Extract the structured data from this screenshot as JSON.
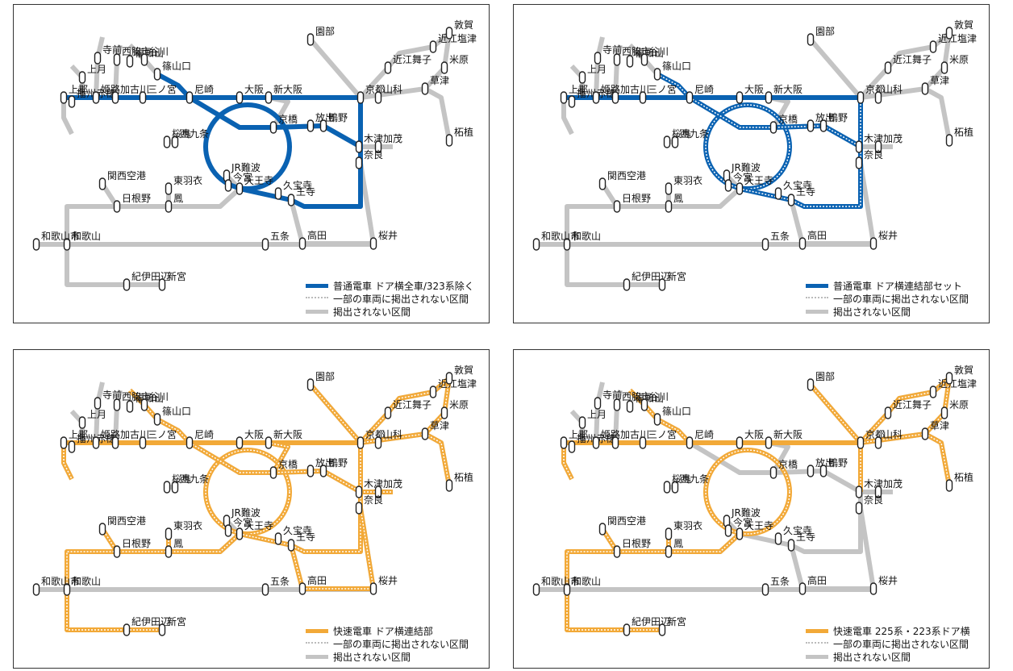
{
  "colors": {
    "gray": "#c4c4c4",
    "blue": "#0a62b2",
    "orange": "#f2a938",
    "white": "#ffffff",
    "dot": "#bdbdbd"
  },
  "stations": {
    "kamigori": "上郡",
    "harima_ako": "播州赤穂",
    "kamitsuki": "上月",
    "teramae": "寺前",
    "himeji": "姫路",
    "nishiwaki": "西脇市",
    "kakogawa": "加古川",
    "fukuchiyama": "福知山",
    "tanigawa": "谷川",
    "sasayamaguchi": "篠山口",
    "sannomiya": "三ノ宮",
    "amagasaki": "尼崎",
    "osaka": "大阪",
    "shinosaka": "新大阪",
    "sonobe": "園部",
    "kyoto": "京都",
    "omi_maiko": "近江舞子",
    "omi_shiotsu": "近江塩津",
    "tsuruga": "敦賀",
    "maibara": "米原",
    "kusatsu": "草津",
    "yamashina": "山科",
    "tsuge": "柘植",
    "kyobashi": "京橋",
    "hanaten": "放出",
    "kamo_river": "鴨野",
    "kizu": "木津",
    "kamo": "加茂",
    "nara": "奈良",
    "nishikujo": "西九条",
    "sakurajima": "桜島",
    "jr_namba": "JR難波",
    "imamiya": "今宮",
    "tennoji": "天王寺",
    "kudaraji": "久宝寺",
    "oji": "王寺",
    "kansai_airport": "関西空港",
    "higashi_hagoromo": "東羽衣",
    "hineno": "日根野",
    "otori": "鳳",
    "wakayama": "和歌山",
    "wakayamashi": "和歌山市",
    "gojo": "五条",
    "takada": "高田",
    "sakurai": "桜井",
    "kii_tanabe": "紀伊田辺",
    "shingu": "新宮"
  },
  "panels": [
    {
      "name": "panel-local-all",
      "color": "blue",
      "legend": "普通電車 ドア横全車/323系除く",
      "note": "一部の車両に掲出されない区間",
      "gray_note": "掲出されない区間"
    },
    {
      "name": "panel-local-coupling",
      "color": "blue",
      "legend": "普通電車 ドア横連結部セット",
      "note": "一部の車両に掲出されない区間",
      "gray_note": "掲出されない区間"
    },
    {
      "name": "panel-rapid-coupling",
      "color": "orange",
      "legend": "快速電車 ドア横連結部",
      "note": "一部の車両に掲出されない区間",
      "gray_note": "掲出されない区間"
    },
    {
      "name": "panel-rapid-225",
      "color": "orange",
      "legend": "快速電車 225系・223系ドア横",
      "note": "一部の車両に掲出されない区間",
      "gray_note": "掲出されない区間"
    }
  ]
}
